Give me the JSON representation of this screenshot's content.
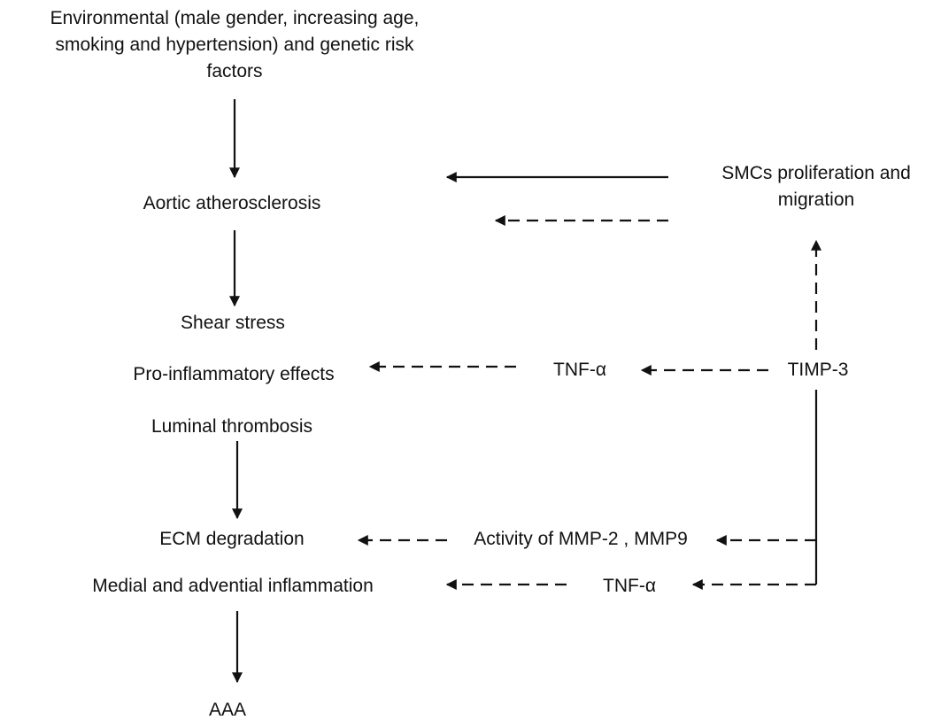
{
  "nodes": {
    "risk_factors": {
      "line1": "Environmental (male gender, increasing age,",
      "line2": "smoking and hypertension) and genetic risk",
      "line3": "factors"
    },
    "aortic_atherosclerosis": "Aortic atherosclerosis",
    "smcs": {
      "line1": "SMCs proliferation and",
      "line2": "migration"
    },
    "shear_stress": "Shear stress",
    "pro_inflammatory": "Pro-inflammatory  effects",
    "tnf_alpha_upper": "TNF-α",
    "timp3": "TIMP-3",
    "luminal_thrombosis": "Luminal thrombosis",
    "ecm_degradation": "ECM degradation",
    "mmp_activity": "Activity of MMP-2 , MMP9",
    "medial_inflammation": "Medial and advential inflammation",
    "tnf_alpha_lower": "TNF-α",
    "aaa": "AAA"
  },
  "edges": [
    {
      "from": "risk_factors",
      "to": "aortic_atherosclerosis",
      "style": "solid"
    },
    {
      "from": "aortic_atherosclerosis",
      "to": "shear_stress",
      "style": "solid"
    },
    {
      "from": "smcs",
      "to": "aortic_atherosclerosis",
      "style": "solid"
    },
    {
      "from": "smcs",
      "to": "aortic_atherosclerosis",
      "style": "dashed"
    },
    {
      "from": "timp3",
      "to": "smcs",
      "style": "dashed"
    },
    {
      "from": "timp3",
      "to": "tnf_alpha_upper",
      "style": "dashed"
    },
    {
      "from": "tnf_alpha_upper",
      "to": "pro_inflammatory",
      "style": "dashed"
    },
    {
      "from": "luminal_thrombosis",
      "to": "ecm_degradation",
      "style": "solid"
    },
    {
      "from": "timp3",
      "to": "mmp_activity",
      "style": "dashed"
    },
    {
      "from": "mmp_activity",
      "to": "ecm_degradation",
      "style": "dashed"
    },
    {
      "from": "timp3",
      "to": "tnf_alpha_lower",
      "style": "dashed"
    },
    {
      "from": "tnf_alpha_lower",
      "to": "medial_inflammation",
      "style": "dashed"
    },
    {
      "from": "medial_inflammation",
      "to": "aaa",
      "style": "solid"
    }
  ],
  "colors": {
    "ink": "#111111",
    "background": "#ffffff"
  }
}
